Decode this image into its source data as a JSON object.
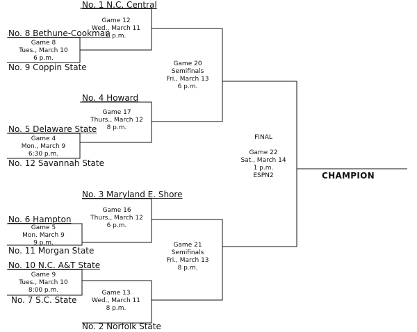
{
  "teams": {
    "t1": "No. 1 N.C. Central",
    "t8": "No. 8 Bethune-Cookman",
    "t9": "No. 9 Coppin State",
    "t4": "No. 4 Howard",
    "t5": "No. 5 Delaware State",
    "t12": "No. 12 Savannah State",
    "t3": "No. 3 Maryland E. Shore",
    "t6": "No. 6 Hampton",
    "t11": "No. 11 Morgan State",
    "t10": "No. 10 N.C. A&T State",
    "t7": "No. 7 S.C. State",
    "t2": "No. 2 Norfolk State"
  },
  "games": {
    "g8": {
      "line1": "Game 8",
      "line2": "Tues., March 10",
      "line3": "6 p.m."
    },
    "g12": {
      "line1": "Game 12",
      "line2": "Wed., March 11",
      "line3": "6 p.m."
    },
    "g4": {
      "line1": "Game 4",
      "line2": "Mon.,  March 9",
      "line3": "6:30 p.m."
    },
    "g17": {
      "line1": "Game 17",
      "line2": "Thurs., March 12",
      "line3": "8 p.m."
    },
    "g20": {
      "line1": "Game 20",
      "line2": "Semifinals",
      "line3": "Fri., March 13",
      "line4": "6 p.m."
    },
    "g5": {
      "line1": "Game 5",
      "line2": "Mon. March 9",
      "line3": "9 p.m."
    },
    "g16": {
      "line1": "Game 16",
      "line2": "Thurs., March 12",
      "line3": "6 p.m."
    },
    "g9": {
      "line1": "Game 9",
      "line2": "Tues., March 10",
      "line3": "8:00 p.m."
    },
    "g13": {
      "line1": "Game 13",
      "line2": "Wed., March 11",
      "line3": "8 p.m."
    },
    "g21": {
      "line1": "Game 21",
      "line2": "Semifinals",
      "line3": "Fri., March 13",
      "line4": "8 p.m."
    },
    "g22": {
      "label": "FINAL",
      "line1": "Game 22",
      "line2": "Sat., March 14",
      "line3": "1 p.m.",
      "line4": "ESPN2"
    }
  },
  "champion": "CHAMPION"
}
